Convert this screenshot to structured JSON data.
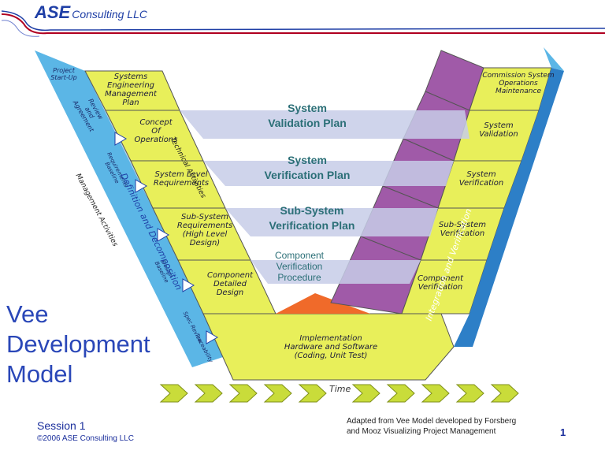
{
  "header": {
    "logo_big": "ASE",
    "logo_small": "Consulting LLC"
  },
  "colors": {
    "yellow_box": "#e8ef5a",
    "cyan_band": "#5bb6e6",
    "purple_box": "#a05aa8",
    "blue_right": "#2d7fc7",
    "plan_text": "#2b6f77",
    "title_blue": "#2a47b8",
    "orange_base": "#f06a2a",
    "arrow_green": "#c9dc3a"
  },
  "left_boxes": [
    {
      "label": "Systems\nEngineering\nManagement\nPlan"
    },
    {
      "label": "Concept\nOf\nOperations"
    },
    {
      "label": "System Level\nRequirements"
    },
    {
      "label": "Sub-System\nRequirements\n(High Level\nDesign)"
    },
    {
      "label": "Component\nDetailed\nDesign"
    }
  ],
  "bottom_box": {
    "label": "Implementation\nHardware and Software\n(Coding, Unit Test)"
  },
  "right_boxes": [
    {
      "label": "Commission System\nOperations\nMaintenance"
    },
    {
      "label": "System\nValidation"
    },
    {
      "label": "System\nVerification"
    },
    {
      "label": "Sub-System\nVerification"
    },
    {
      "label": "Component\nVerification"
    }
  ],
  "plans": [
    {
      "label": "System\nValidation Plan"
    },
    {
      "label": "System\nVerification Plan"
    },
    {
      "label": "Sub-System\nVerification Plan"
    },
    {
      "label": "Component\nVerification\nProcedure"
    }
  ],
  "left_strip_labels": {
    "project_startup": "Project\nStart-Up",
    "review_and_agreement": "Review\nand\nAgreement",
    "requirements_baseline": "Requirements\nBaseline",
    "design_baseline": "Design\nBaseline",
    "spec_review": "Spec Review",
    "traceability": "Traceability"
  },
  "diagonal_labels": {
    "definition": "Definition and Decomposition",
    "integration": "Integration and Verification",
    "technical_activities": "Technical Activities",
    "management_activities": "Management Activities",
    "time": "Time"
  },
  "title": "Vee\nDevelopment\nModel",
  "footer": {
    "session": "Session 1",
    "copyright": "©2006 ASE Consulting LLC",
    "credit": "Adapted from Vee Model developed by Forsberg\nand Mooz Visualizing Project Management",
    "page_number": "1"
  }
}
